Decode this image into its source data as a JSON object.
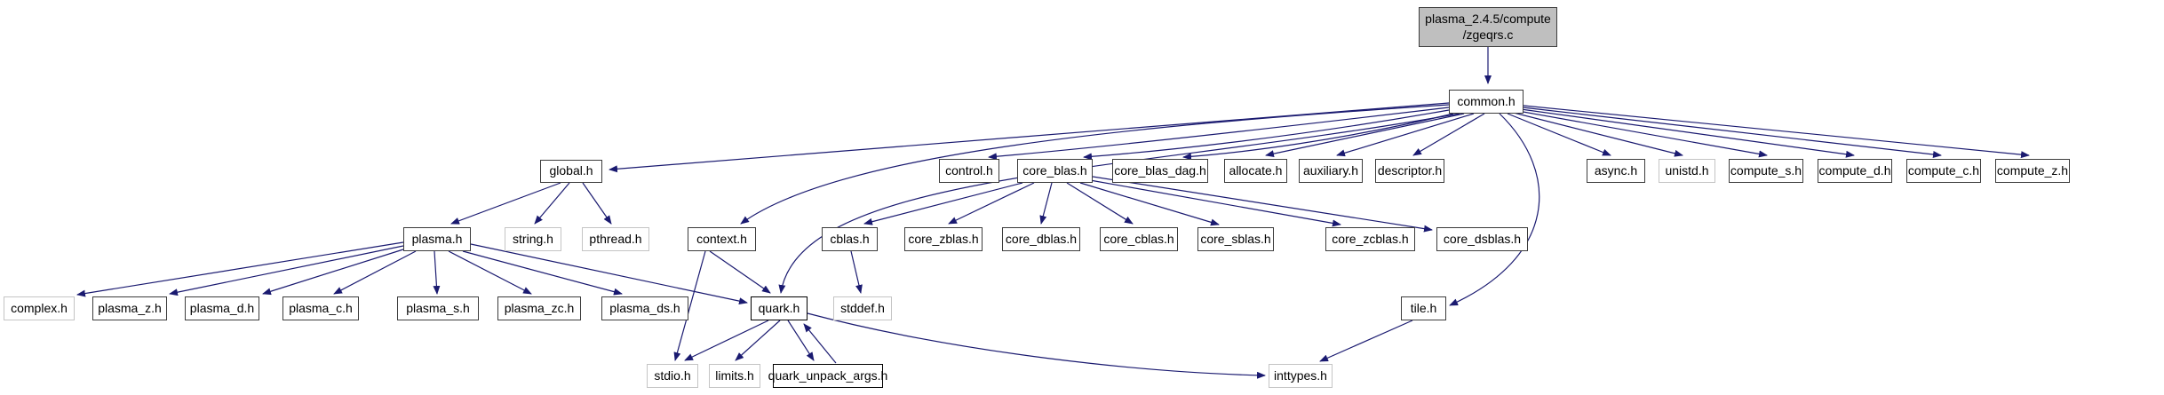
{
  "diagram": {
    "kind": "include-dependency-graph",
    "edge_color": "#1a1a70",
    "source_fill": "#bfbfbf",
    "nodes": [
      {
        "id": "zgeqrs",
        "label": "plasma_2.4.5/compute\n/zgeqrs.c",
        "type": "source"
      },
      {
        "id": "common",
        "label": "common.h",
        "type": "internal"
      },
      {
        "id": "global",
        "label": "global.h",
        "type": "internal"
      },
      {
        "id": "control",
        "label": "control.h",
        "type": "internal"
      },
      {
        "id": "core_blas",
        "label": "core_blas.h",
        "type": "internal"
      },
      {
        "id": "core_blas_dag",
        "label": "core_blas_dag.h",
        "type": "internal"
      },
      {
        "id": "allocate",
        "label": "allocate.h",
        "type": "internal"
      },
      {
        "id": "auxiliary",
        "label": "auxiliary.h",
        "type": "internal"
      },
      {
        "id": "descriptor",
        "label": "descriptor.h",
        "type": "internal"
      },
      {
        "id": "async",
        "label": "async.h",
        "type": "internal"
      },
      {
        "id": "unistd",
        "label": "unistd.h",
        "type": "external"
      },
      {
        "id": "compute_s",
        "label": "compute_s.h",
        "type": "internal"
      },
      {
        "id": "compute_d",
        "label": "compute_d.h",
        "type": "internal"
      },
      {
        "id": "compute_c",
        "label": "compute_c.h",
        "type": "internal"
      },
      {
        "id": "compute_z",
        "label": "compute_z.h",
        "type": "internal"
      },
      {
        "id": "plasma",
        "label": "plasma.h",
        "type": "internal"
      },
      {
        "id": "string",
        "label": "string.h",
        "type": "external"
      },
      {
        "id": "pthread",
        "label": "pthread.h",
        "type": "external"
      },
      {
        "id": "context",
        "label": "context.h",
        "type": "internal"
      },
      {
        "id": "cblas",
        "label": "cblas.h",
        "type": "internal"
      },
      {
        "id": "core_zblas",
        "label": "core_zblas.h",
        "type": "internal"
      },
      {
        "id": "core_dblas",
        "label": "core_dblas.h",
        "type": "internal"
      },
      {
        "id": "core_cblas",
        "label": "core_cblas.h",
        "type": "internal"
      },
      {
        "id": "core_sblas",
        "label": "core_sblas.h",
        "type": "internal"
      },
      {
        "id": "core_zcblas",
        "label": "core_zcblas.h",
        "type": "internal"
      },
      {
        "id": "core_dsblas",
        "label": "core_dsblas.h",
        "type": "internal"
      },
      {
        "id": "complex",
        "label": "complex.h",
        "type": "external"
      },
      {
        "id": "plasma_z",
        "label": "plasma_z.h",
        "type": "internal"
      },
      {
        "id": "plasma_d",
        "label": "plasma_d.h",
        "type": "internal"
      },
      {
        "id": "plasma_c",
        "label": "plasma_c.h",
        "type": "internal"
      },
      {
        "id": "plasma_s",
        "label": "plasma_s.h",
        "type": "internal"
      },
      {
        "id": "plasma_zc",
        "label": "plasma_zc.h",
        "type": "internal"
      },
      {
        "id": "plasma_ds",
        "label": "plasma_ds.h",
        "type": "internal"
      },
      {
        "id": "quark",
        "label": "quark.h",
        "type": "emph"
      },
      {
        "id": "stddef",
        "label": "stddef.h",
        "type": "external"
      },
      {
        "id": "tile",
        "label": "tile.h",
        "type": "internal"
      },
      {
        "id": "stdio",
        "label": "stdio.h",
        "type": "external"
      },
      {
        "id": "limits",
        "label": "limits.h",
        "type": "external"
      },
      {
        "id": "quark_unpack",
        "label": "quark_unpack_args.h",
        "type": "emph"
      },
      {
        "id": "inttypes",
        "label": "inttypes.h",
        "type": "external"
      }
    ],
    "edges": [
      {
        "from": "zgeqrs",
        "to": "common"
      },
      {
        "from": "common",
        "to": "global"
      },
      {
        "from": "common",
        "to": "control"
      },
      {
        "from": "common",
        "to": "core_blas"
      },
      {
        "from": "common",
        "to": "core_blas_dag"
      },
      {
        "from": "common",
        "to": "allocate"
      },
      {
        "from": "common",
        "to": "auxiliary"
      },
      {
        "from": "common",
        "to": "descriptor"
      },
      {
        "from": "common",
        "to": "async"
      },
      {
        "from": "common",
        "to": "unistd"
      },
      {
        "from": "common",
        "to": "compute_s"
      },
      {
        "from": "common",
        "to": "compute_d"
      },
      {
        "from": "common",
        "to": "compute_c"
      },
      {
        "from": "common",
        "to": "compute_z"
      },
      {
        "from": "common",
        "to": "context"
      },
      {
        "from": "common",
        "to": "quark"
      },
      {
        "from": "common",
        "to": "tile"
      },
      {
        "from": "global",
        "to": "plasma"
      },
      {
        "from": "global",
        "to": "string"
      },
      {
        "from": "global",
        "to": "pthread"
      },
      {
        "from": "plasma",
        "to": "complex"
      },
      {
        "from": "plasma",
        "to": "plasma_z"
      },
      {
        "from": "plasma",
        "to": "plasma_d"
      },
      {
        "from": "plasma",
        "to": "plasma_c"
      },
      {
        "from": "plasma",
        "to": "plasma_s"
      },
      {
        "from": "plasma",
        "to": "plasma_zc"
      },
      {
        "from": "plasma",
        "to": "plasma_ds"
      },
      {
        "from": "plasma",
        "to": "quark"
      },
      {
        "from": "context",
        "to": "quark"
      },
      {
        "from": "context",
        "to": "stdio"
      },
      {
        "from": "quark",
        "to": "stdio"
      },
      {
        "from": "quark",
        "to": "limits"
      },
      {
        "from": "quark",
        "to": "quark_unpack"
      },
      {
        "from": "quark_unpack",
        "to": "quark"
      },
      {
        "from": "quark",
        "to": "inttypes"
      },
      {
        "from": "tile",
        "to": "inttypes"
      },
      {
        "from": "core_blas",
        "to": "cblas"
      },
      {
        "from": "core_blas",
        "to": "core_zblas"
      },
      {
        "from": "core_blas",
        "to": "core_dblas"
      },
      {
        "from": "core_blas",
        "to": "core_cblas"
      },
      {
        "from": "core_blas",
        "to": "core_sblas"
      },
      {
        "from": "core_blas",
        "to": "core_zcblas"
      },
      {
        "from": "core_blas",
        "to": "core_dsblas"
      },
      {
        "from": "cblas",
        "to": "stddef"
      }
    ]
  }
}
